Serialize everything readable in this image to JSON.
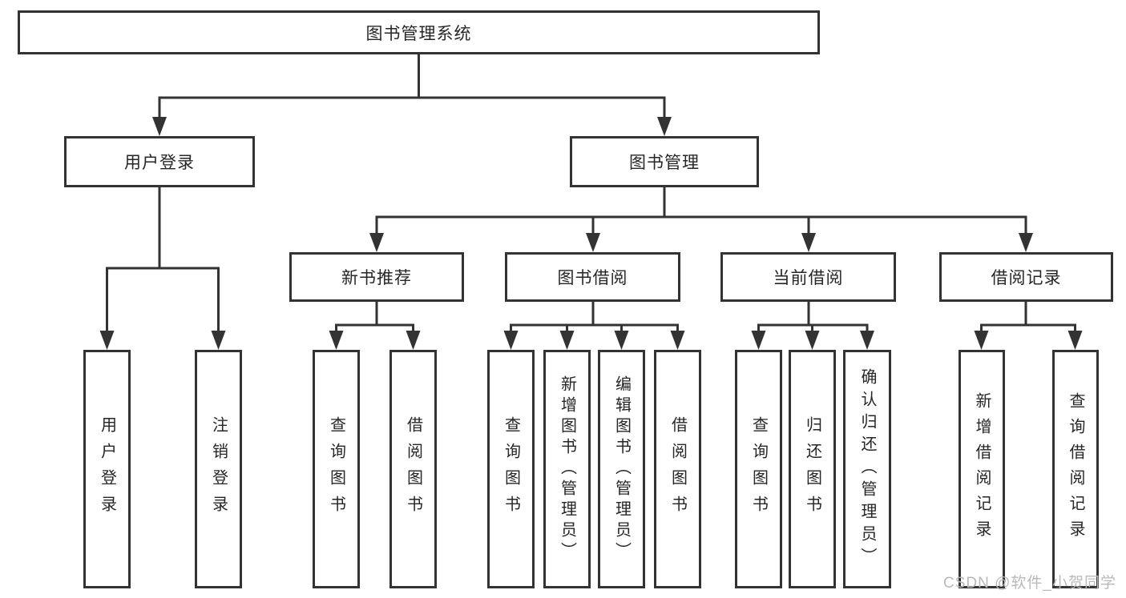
{
  "nodes": {
    "root": "图书管理系统",
    "user_login": "用户登录",
    "book_mgmt": "图书管理",
    "new_book_rec": "新书推荐",
    "book_borrow": "图书借阅",
    "current_borrow": "当前借阅",
    "borrow_record": "借阅记录",
    "leaf_user_login": "用户登录",
    "leaf_logout": "注销登录",
    "leaf_rec_query_book": "查询图书",
    "leaf_rec_borrow_book": "借阅图书",
    "leaf_bb_query_book": "查询图书",
    "leaf_bb_add_book": "新增图书（管理员）",
    "leaf_bb_edit_book": "编辑图书（管理员）",
    "leaf_bb_borrow_book": "借阅图书",
    "leaf_cb_query_book": "查询图书",
    "leaf_cb_return_book": "归还图书",
    "leaf_cb_confirm_return": "确认归还（管理员）",
    "leaf_br_add_record": "新增借阅记录",
    "leaf_br_query_record": "查询借阅记录"
  },
  "watermark": "CSDN @软件_小贺同学",
  "colors": {
    "line": "#333333",
    "text": "#262626",
    "watermark": "#b9b9b9",
    "background": "#ffffff"
  }
}
